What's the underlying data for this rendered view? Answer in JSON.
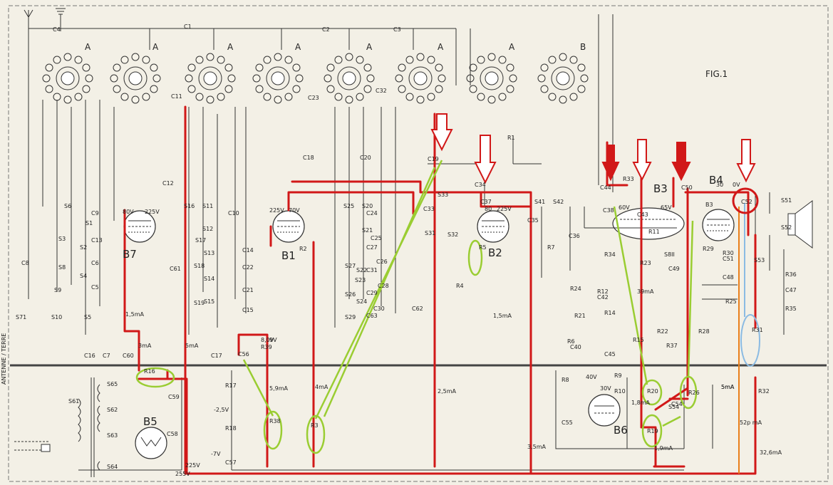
{
  "figure": {
    "title": "FIG.1",
    "side_text": "ANTENNE / TERRE"
  },
  "capacitors_top": [
    "C4",
    "C1",
    "C2",
    "C3",
    "C11",
    "C23",
    "C32",
    "C18",
    "C20",
    "C19",
    "C12"
  ],
  "bandswitch_labels": [
    "A",
    "A",
    "A",
    "A",
    "A",
    "A",
    "A",
    "B"
  ],
  "tubes": [
    {
      "id": "B7",
      "v_a": "80V",
      "v_b": "225V"
    },
    {
      "id": "B1",
      "v_a": "225V",
      "v_b": "70V"
    },
    {
      "id": "B2",
      "v_a": "80",
      "v_b": "225V"
    },
    {
      "id": "B3",
      "v_a": "60V",
      "v_b": "65V"
    },
    {
      "id": "B4",
      "v_a": "30",
      "v_b": "0V"
    },
    {
      "id": "B5",
      "v_a": "",
      "v_b": ""
    },
    {
      "id": "B6",
      "v_a": "40V",
      "v_b": "30V"
    }
  ],
  "components": {
    "coils_left": [
      "S6",
      "S1",
      "S3",
      "S2",
      "S8",
      "S4",
      "S9",
      "S10",
      "S5",
      "S71"
    ],
    "coils_mid1": [
      "S16",
      "S11",
      "S17",
      "S12",
      "S13",
      "S18",
      "S14",
      "S15",
      "S19"
    ],
    "coils_mid2": [
      "S25",
      "S20",
      "S21",
      "S22",
      "S23",
      "S27",
      "S26",
      "S29",
      "S24"
    ],
    "caps_left": [
      "C9",
      "C13",
      "C6",
      "C5",
      "C8",
      "C16",
      "C7",
      "C60"
    ],
    "caps_mid1": [
      "C10",
      "C14",
      "C22",
      "C21",
      "C15",
      "C17",
      "C61"
    ],
    "caps_mid2": [
      "C24",
      "C25",
      "C27",
      "C26",
      "C31",
      "C28",
      "C29",
      "C30",
      "C63",
      "C62"
    ],
    "if_stage": [
      "S33",
      "S31",
      "S32",
      "S41",
      "S42",
      "C33",
      "C34",
      "C35",
      "C36",
      "C37",
      "R1",
      "R2",
      "R4",
      "R5",
      "R7"
    ],
    "audio_stage": [
      "C44",
      "R33",
      "C38",
      "C43",
      "R11",
      "C50",
      "B3",
      "R29",
      "R30",
      "C51",
      "R34",
      "R23",
      "R12",
      "C42",
      "R14",
      "R24",
      "R21",
      "R6",
      "C40",
      "C45",
      "R15",
      "S8II",
      "C49",
      "C48",
      "R25",
      "R22",
      "R37",
      "R28",
      "R36",
      "C47",
      "R35",
      "R31",
      "R32",
      "S51",
      "S52",
      "S53",
      "S54",
      "C52"
    ],
    "power": [
      "S65",
      "S61",
      "S62",
      "S63",
      "S64",
      "C59",
      "C58",
      "C57",
      "R17",
      "R18",
      "R16",
      "C56",
      "R39",
      "R38",
      "R3",
      "R8",
      "R9",
      "R10",
      "C55",
      "R20",
      "R19",
      "C54",
      "R26"
    ]
  },
  "voltages": {
    "v1": "8,0V",
    "v2": "-2,5V",
    "v3": "-7V",
    "v4": "225V",
    "v5": "255V",
    "v6": "9V"
  },
  "currents": {
    "c1": "1,5mA",
    "c2": "3mA",
    "c3": "5mA",
    "c4": "5,9mA",
    "c5": "4mA",
    "c6": "2,5mA",
    "c7": "1,5mA",
    "c8": "3,5mA",
    "c9": "1,8mA",
    "c10": "1,9mA",
    "c11": "5mA",
    "c12": "32,6mA",
    "c13": "52p mA",
    "c14": "39mA",
    "c15": "5mA"
  },
  "annotation_colors": {
    "red": "#d11818",
    "green": "#9acd32",
    "blue": "#8bbbe3",
    "orange": "#e97f1a"
  }
}
